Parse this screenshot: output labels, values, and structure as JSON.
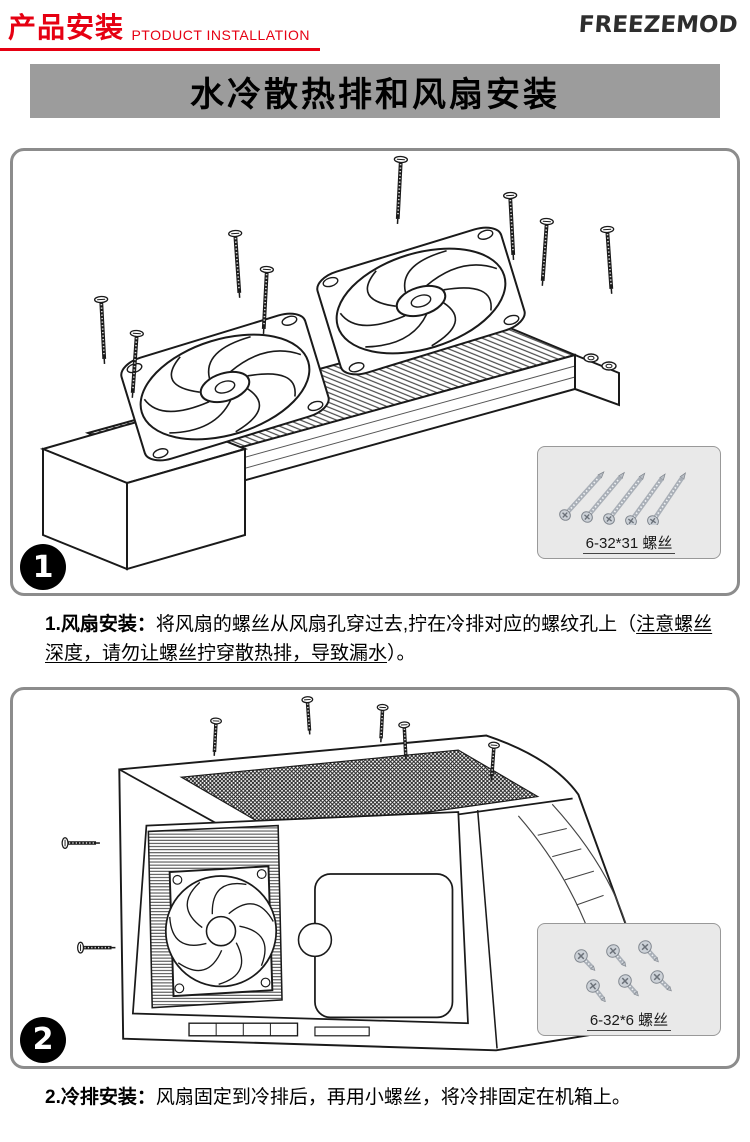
{
  "header": {
    "title_cn": "产品安装",
    "title_en": "PTODUCT INSTALLATION",
    "brand": "FREEZEMOD"
  },
  "banner": {
    "title": "水冷散热排和风扇安装"
  },
  "step1": {
    "badge": "1",
    "inset_label": "6-32*31 螺丝",
    "caption_label": "1.风扇安装：",
    "caption_pre": "将风扇的螺丝从风扇孔穿过去,拧在冷排对应的螺纹孔上（",
    "caption_warning": "注意螺丝深度，请勿让螺丝拧穿散热排，导致漏水",
    "caption_post": "）。"
  },
  "step2": {
    "badge": "2",
    "inset_label": "6-32*6 螺丝",
    "caption_label": "2.冷排安装：",
    "caption_text": "风扇固定到冷排后，再用小螺丝，将冷排固定在机箱上。"
  },
  "colors": {
    "accent": "#e60012",
    "banner_bg": "#9c9c9c"
  }
}
